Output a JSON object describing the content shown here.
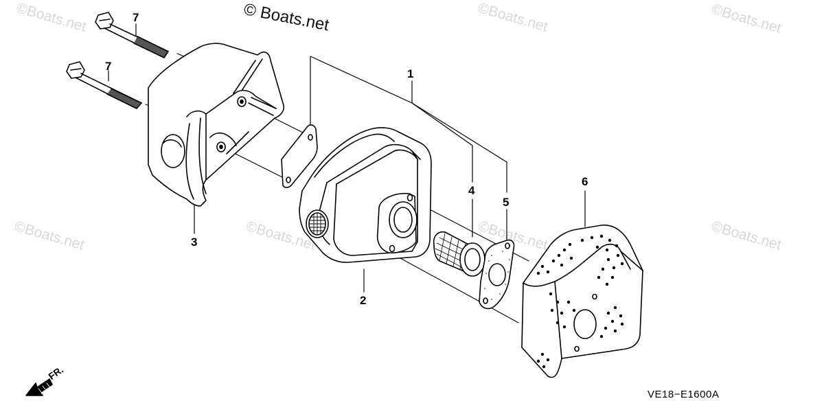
{
  "watermarks": {
    "main": "© Boats.net",
    "faint": "©Boats.net"
  },
  "callouts": {
    "c1": "1",
    "c2": "2",
    "c3": "3",
    "c4": "4",
    "c5": "5",
    "c6": "6",
    "c7a": "7",
    "c7b": "7"
  },
  "direction_label": "FR.",
  "diagram_code": "VE18−E1600A"
}
